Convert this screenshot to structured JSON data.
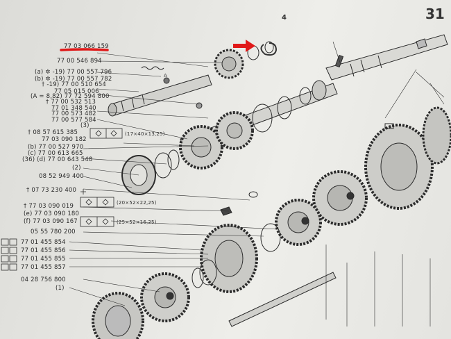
{
  "page": {
    "number": "31",
    "top_glyph": "4"
  },
  "accent_colors": {
    "underline": "#e01818",
    "arrow": "#e01818",
    "ink": "#2a2a2a"
  },
  "labels": {
    "l0": "77 03 066 159",
    "l1": "77 00 546 894",
    "l2": "(a) ✲ -19) 77 00 557 796",
    "l3": "(b) ✲ -19) 77 00 557 782",
    "l4": "† -19) 77 00 510 654",
    "l5": "77 05 015 006",
    "l6": "(A = 8,82) 77 72 594 800",
    "l7": "† 77 00 532 513",
    "l8": "77 01 348 540",
    "l9": "77 00 573 482",
    "l10": "77 00 577 584",
    "l11": "(3)",
    "l12": "† 08 57 615 385",
    "l13": "77 03 090 182",
    "l14": "(b) 77 00 527 970",
    "l15": "(c) 77 00 613 665",
    "l16": "(36) (d) 77 00 643 548",
    "l17": "(2)",
    "l18": "08 52 949 400",
    "l19": "† 07 73 230 400",
    "l20": "† 77 03 090 019",
    "l21": "(e) 77 03 090 180",
    "l22": "(f) 77 03 090 167",
    "l23": "05 55 780 200",
    "l24": "77 01 455 854",
    "l25": "77 01 455 856",
    "l26": "77 01 455 855",
    "l27": "77 01 455 857",
    "l28": "04 28 756 800",
    "l29": "(1)"
  },
  "dims": {
    "d1": "(17×40×13,25)",
    "d2": "(20×52×22,25)",
    "d3": "(25×52×16,25)"
  },
  "callouts": {
    "a": "A"
  }
}
